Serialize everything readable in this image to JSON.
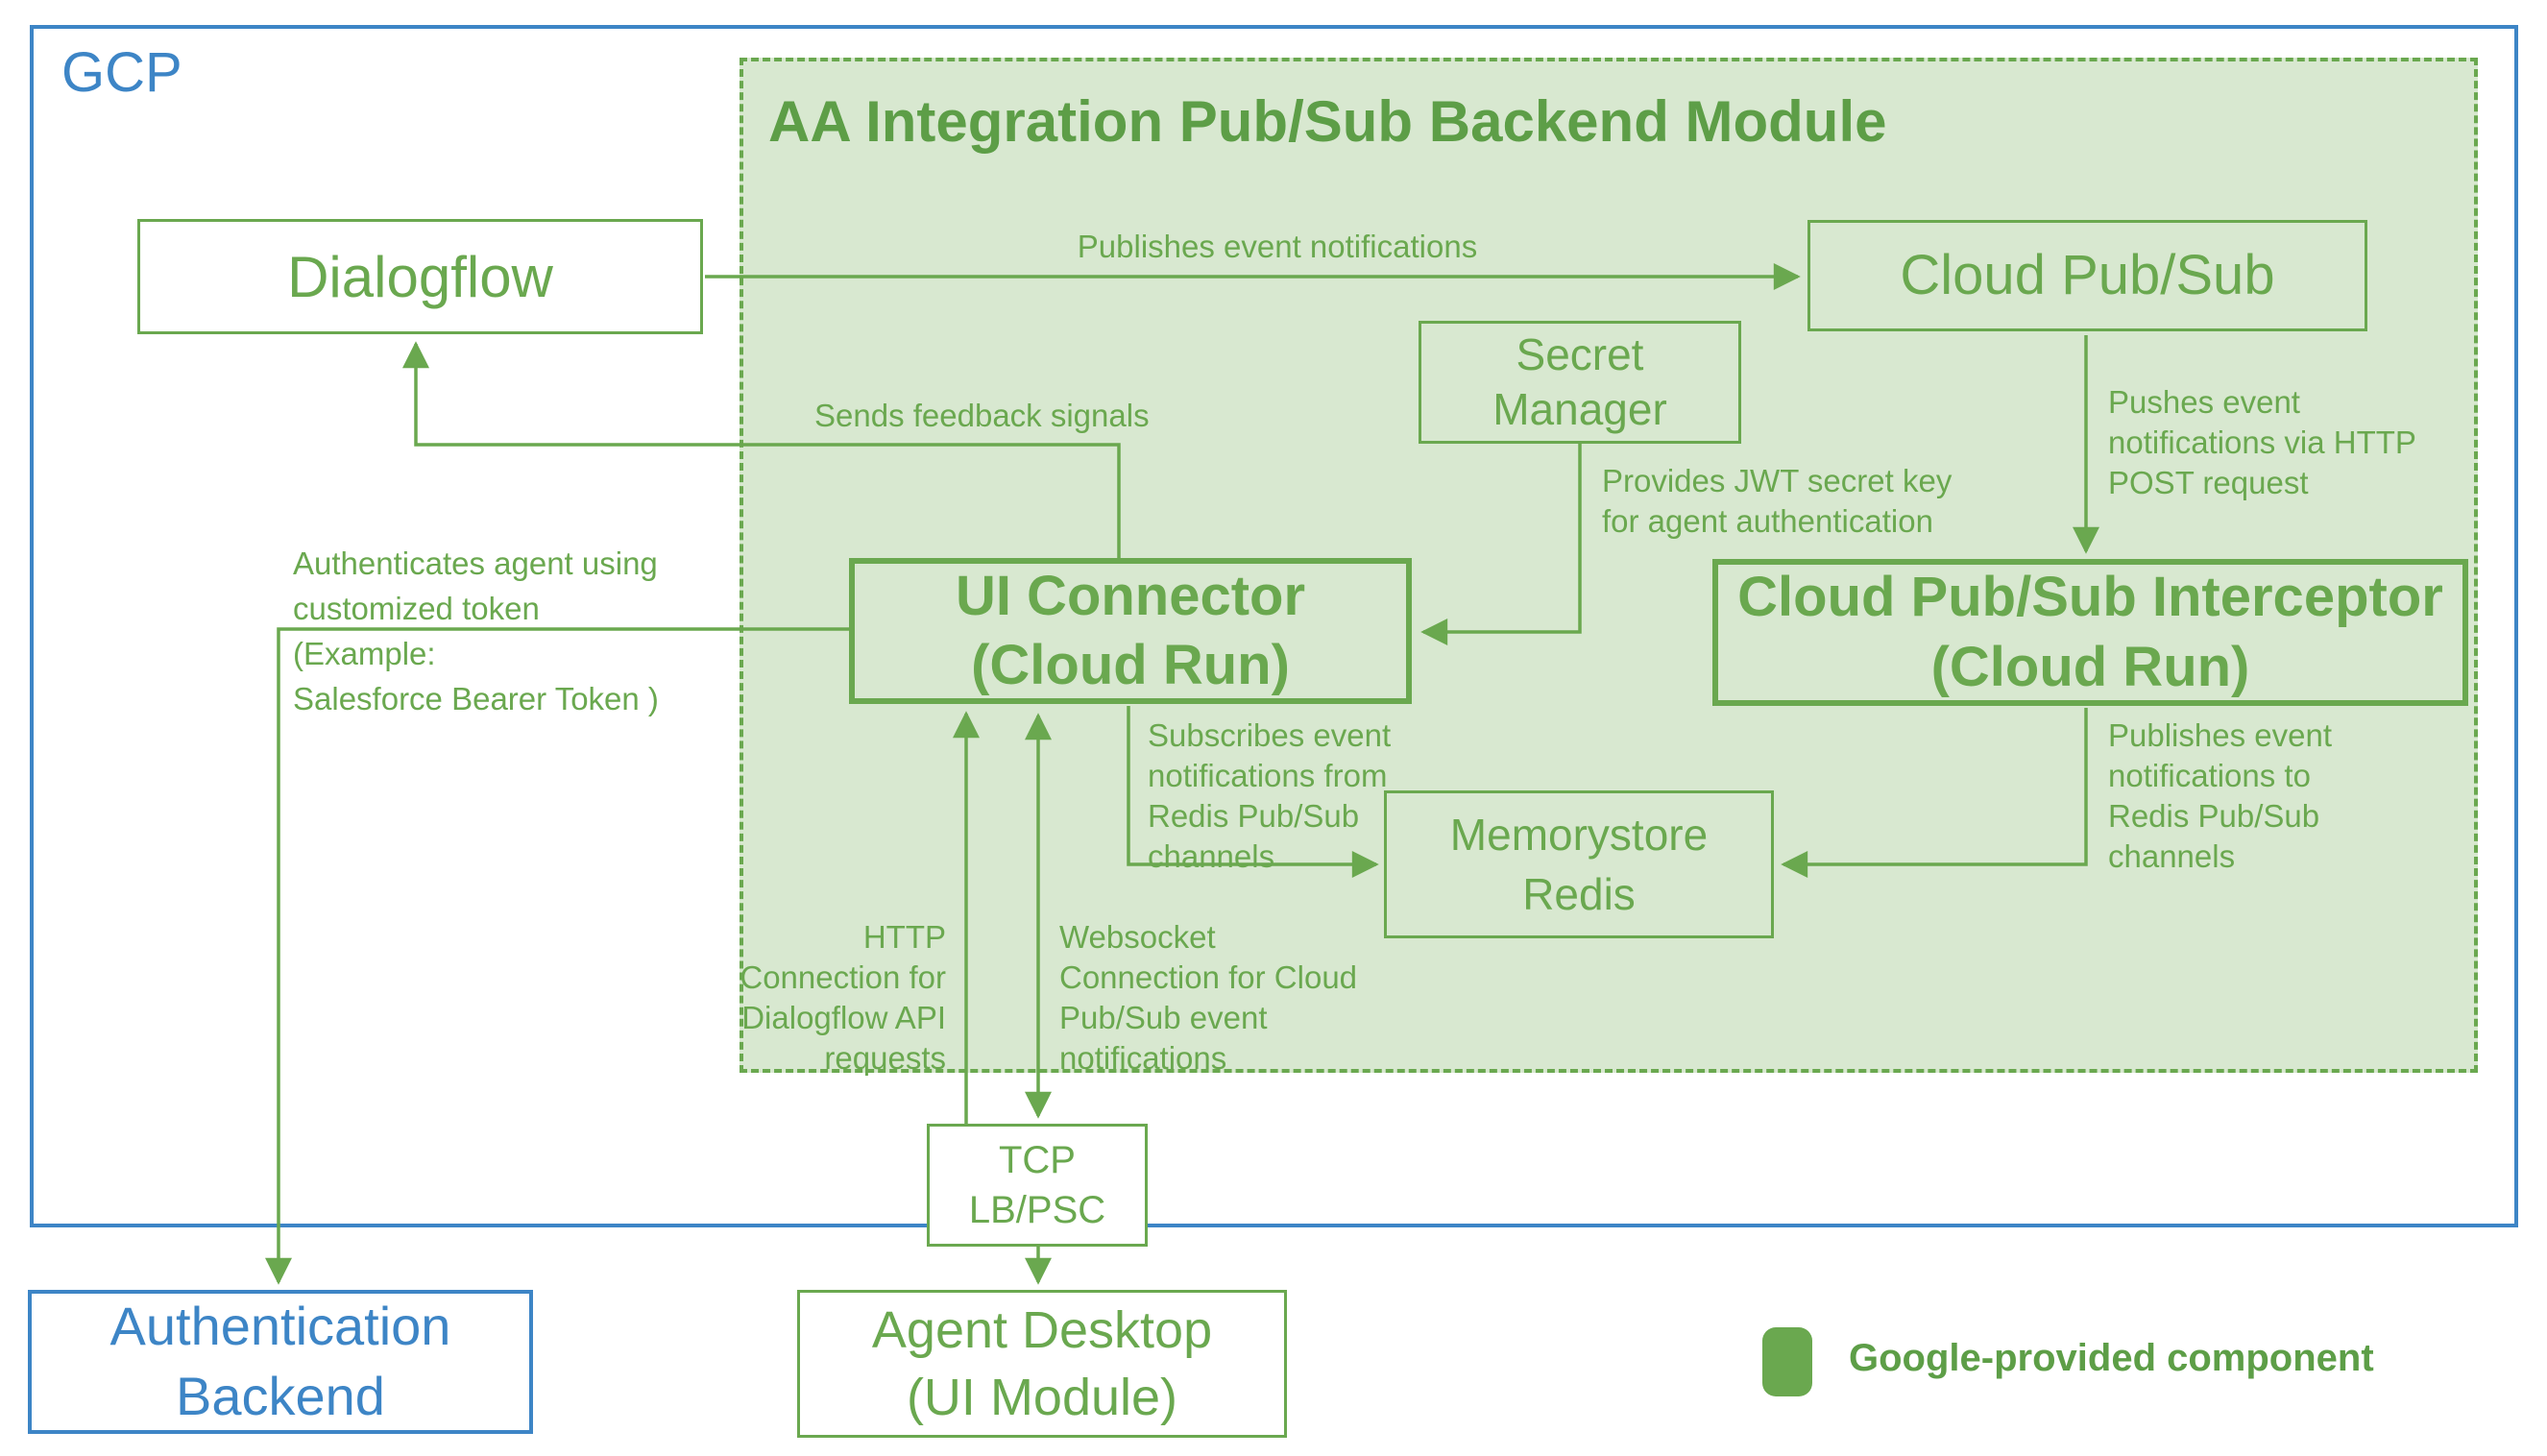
{
  "colors": {
    "green": "#6aa84f",
    "green_fill": "#d8e8d0",
    "blue": "#3d85c6",
    "white": "#ffffff"
  },
  "gcp": {
    "label": "GCP"
  },
  "module": {
    "title": "AA Integration Pub/Sub Backend Module"
  },
  "nodes": {
    "dialogflow": {
      "label": "Dialogflow"
    },
    "cloud_pubsub": {
      "label": "Cloud Pub/Sub"
    },
    "secret_manager": {
      "label": "Secret\nManager"
    },
    "ui_connector": {
      "label": "UI Connector\n(Cloud Run)"
    },
    "interceptor": {
      "label": "Cloud Pub/Sub Interceptor\n(Cloud Run)"
    },
    "memorystore": {
      "label": "Memorystore\nRedis"
    },
    "tcp_lb": {
      "label": "TCP\nLB/PSC"
    },
    "agent_desktop": {
      "label": "Agent Desktop\n(UI Module)"
    },
    "auth_backend": {
      "label": "Authentication\nBackend"
    }
  },
  "edges": {
    "publishes_event": {
      "label": "Publishes event notifications"
    },
    "sends_feedback": {
      "label": "Sends feedback signals"
    },
    "pushes_event": {
      "label": "Pushes event\nnotifications via HTTP\nPOST request"
    },
    "provides_jwt": {
      "label": "Provides JWT secret key\nfor agent authentication"
    },
    "authenticates": {
      "label": "Authenticates agent using\ncustomized token\n(Example:\nSalesforce Bearer Token )"
    },
    "subscribes": {
      "label": "Subscribes event\nnotifications from\nRedis Pub/Sub\nchannels"
    },
    "publishes_redis": {
      "label": "Publishes event\nnotifications to\nRedis Pub/Sub\nchannels"
    },
    "http_connection": {
      "label": "HTTP\nConnection for\nDialogflow API\nrequests"
    },
    "websocket_connection": {
      "label": "Websocket\nConnection for Cloud\nPub/Sub event\nnotifications"
    }
  },
  "legend": {
    "label": "Google-provided component"
  }
}
